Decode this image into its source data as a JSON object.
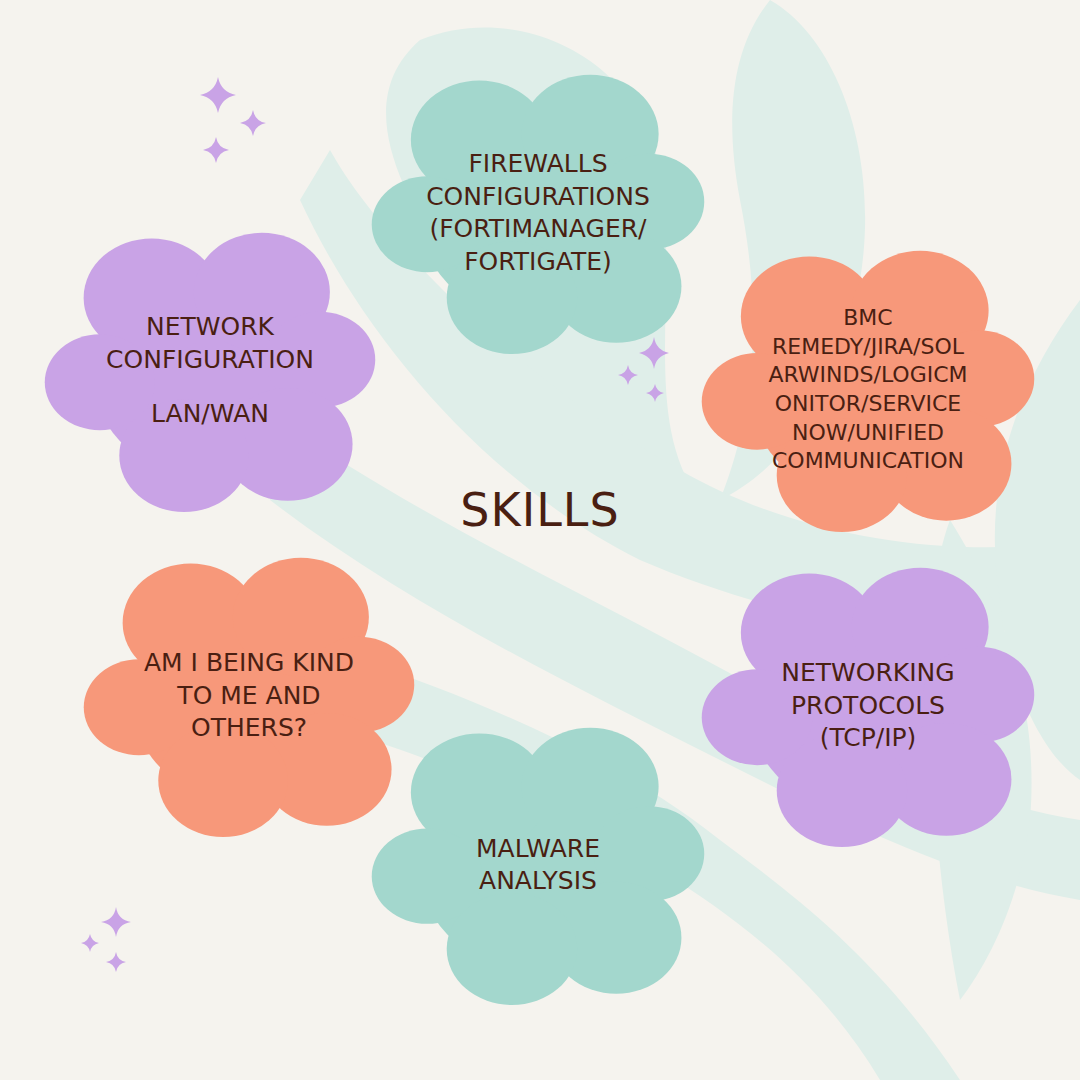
{
  "diagram": {
    "title": "SKILLS",
    "nodes": [
      {
        "text": [
          "FIREWALLS CONFIGURATIONS (FORTIMANAGER/ FORTIGATE)"
        ]
      },
      {
        "text": [
          "NETWORK CONFIGURATION",
          "LAN/WAN"
        ]
      },
      {
        "text": [
          "BMC REMEDY/JIRA/SOL ARWINDS/LOGICM ONITOR/SERVICE NOW/UNIFIED COMMUNICATION"
        ]
      },
      {
        "text": [
          "AM I BEING KIND TO ME AND OTHERS?"
        ]
      },
      {
        "text": [
          "NETWORKING PROTOCOLS (TCP/IP)"
        ]
      },
      {
        "text": [
          "MALWARE ANALYSIS"
        ]
      }
    ]
  }
}
